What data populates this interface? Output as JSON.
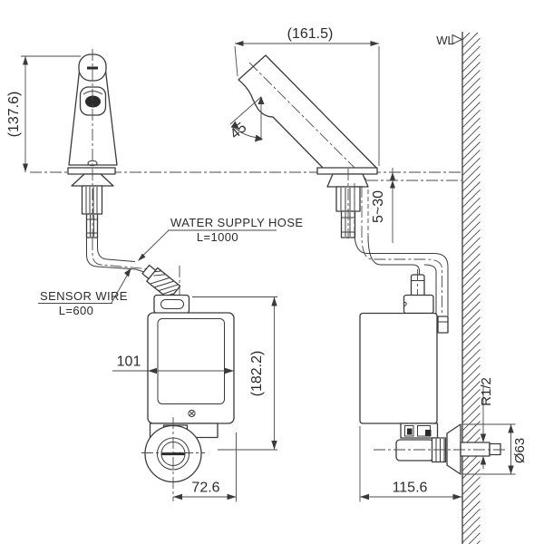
{
  "colors": {
    "line": "#3a3a3a",
    "background": "#ffffff"
  },
  "labels": {
    "wall_line": "WL",
    "water_supply_hose": "WATER SUPPLY HOSE",
    "water_supply_hose_length": "L=1000",
    "sensor_wire": "SENSOR WIRE",
    "sensor_wire_length": "L=600"
  },
  "dimensions": {
    "faucet_height": "(137.6)",
    "spout_reach": "(161.5)",
    "spout_angle": "45",
    "deck_thickness_range": "5~30",
    "control_box_width": "101",
    "control_box_height": "(182.2)",
    "valve_center_offset": "72.6",
    "control_box_depth": "115.6",
    "supply_thread": "R1/2",
    "escutcheon_diameter": "Ø63"
  }
}
